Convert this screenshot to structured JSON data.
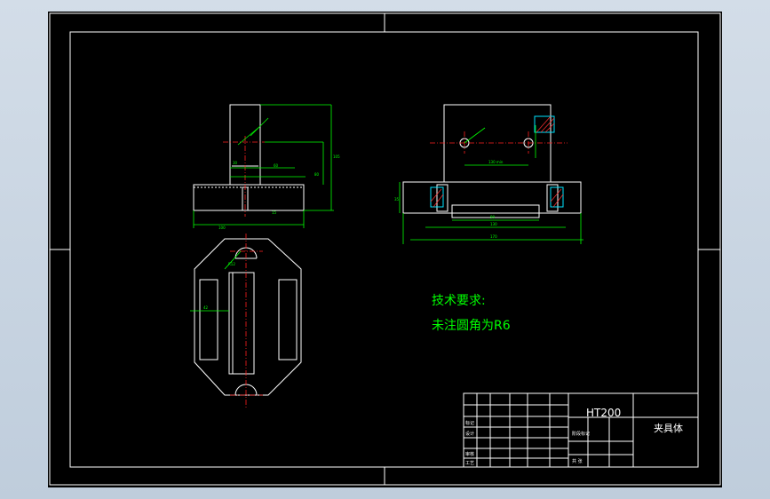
{
  "tech_req": {
    "title": "技术要求:",
    "line1": "未注圆角为R6"
  },
  "title_block": {
    "material": "HT200",
    "part_name": "夹具体"
  },
  "colors": {
    "background": "#000000",
    "frame": "#ffffff",
    "dimension": "#00ff00",
    "centerline": "#ff2020",
    "hatch": "#00e5ff"
  }
}
